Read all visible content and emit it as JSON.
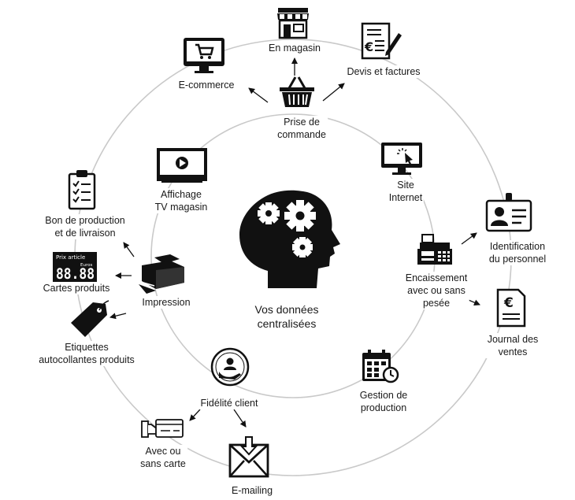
{
  "center": {
    "line1": "Vos données",
    "line2": "centralisées",
    "icon": "head-gears-icon"
  },
  "nodes": {
    "en_magasin": {
      "label": "En magasin",
      "icon": "store-icon"
    },
    "ecommerce": {
      "label": "E-commerce",
      "icon": "monitor-cart-icon"
    },
    "devis": {
      "label": "Devis et factures",
      "icon": "invoice-pen-icon"
    },
    "prise": {
      "line1": "Prise de",
      "line2": "commande",
      "icon": "basket-icon"
    },
    "site": {
      "line1": "Site",
      "line2": "Internet",
      "icon": "monitor-click-icon"
    },
    "affichage": {
      "line1": "Affichage",
      "line2": "TV magasin",
      "icon": "tv-play-icon"
    },
    "bon": {
      "line1": "Bon de production",
      "line2": "et de livraison",
      "icon": "clipboard-checklist-icon"
    },
    "identification": {
      "line1": "Identification",
      "line2": "du personnel",
      "icon": "id-badge-icon"
    },
    "cartes": {
      "label": "Cartes produits",
      "icon": "price-display-icon",
      "display_title": "Prix article",
      "display_digits": "88.88",
      "display_unit": "Euros"
    },
    "impression": {
      "label": "Impression",
      "icon": "printer-icon"
    },
    "encaissement": {
      "line1": "Encaissement",
      "line2": "avec ou sans",
      "line3": "pesée",
      "icon": "cash-register-icon"
    },
    "journal": {
      "line1": "Journal des",
      "line2": "ventes",
      "icon": "euro-document-icon"
    },
    "etiquettes": {
      "line1": "Etiquettes",
      "line2": "autocollantes produits",
      "icon": "price-tag-icon"
    },
    "gestion": {
      "line1": "Gestion de",
      "line2": "production",
      "icon": "calendar-clock-icon"
    },
    "fidelite": {
      "label": "Fidélité client",
      "icon": "loyal-customer-icon"
    },
    "avec": {
      "line1": "Avec ou",
      "line2": "sans carte",
      "icon": "hand-card-icon"
    },
    "emailing": {
      "label": "E-mailing",
      "icon": "envelope-download-icon"
    }
  }
}
